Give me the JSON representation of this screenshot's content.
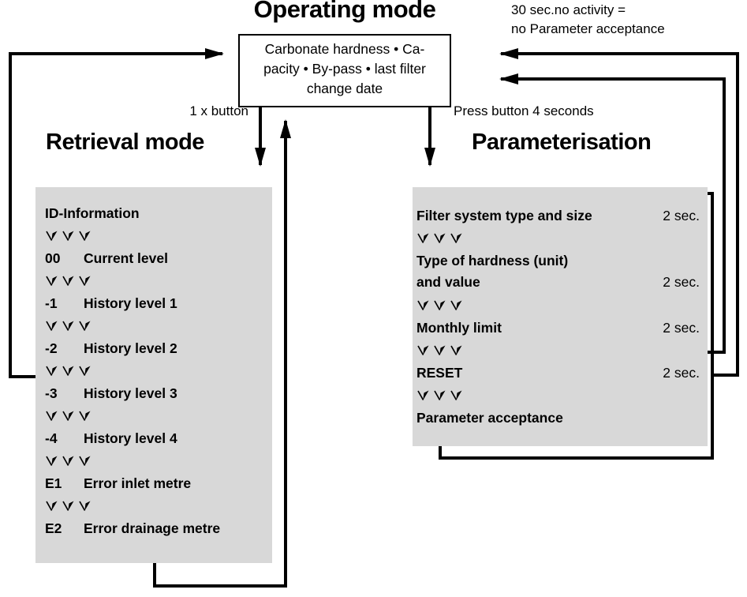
{
  "colors": {
    "panel_gray": "#d8d8d8",
    "line_black": "#000000",
    "background": "#ffffff"
  },
  "operating_mode": {
    "title": "Operating mode",
    "box_lines": [
      "Carbonate hardness • Ca-",
      "pacity • By-pass • last filter",
      "change date"
    ]
  },
  "timeout_note": {
    "line1": "30 sec.no activity =",
    "line2": "no Parameter acceptance"
  },
  "transitions": {
    "to_retrieval": "1 x button",
    "to_parameterisation": "Press button 4 seconds"
  },
  "retrieval_mode": {
    "heading": "Retrieval mode",
    "items": [
      {
        "code": "",
        "label": "ID-Information"
      },
      {
        "code": "00",
        "label": "Current level"
      },
      {
        "code": "-1",
        "label": "History level 1"
      },
      {
        "code": "-2",
        "label": "History level 2"
      },
      {
        "code": "-3",
        "label": "History level 3"
      },
      {
        "code": "-4",
        "label": "History level 4"
      },
      {
        "code": "E1",
        "label": "Error inlet metre"
      },
      {
        "code": "E2",
        "label": "Error drainage metre"
      }
    ]
  },
  "parameterisation": {
    "heading": "Parameterisation",
    "items": [
      {
        "lines": [
          "Filter system type and size"
        ],
        "duration": "2 sec."
      },
      {
        "lines": [
          "Type of hardness (unit)",
          "and value"
        ],
        "duration": "2 sec."
      },
      {
        "lines": [
          "Monthly limit"
        ],
        "duration": "2 sec."
      },
      {
        "lines": [
          "RESET"
        ],
        "duration": "2 sec."
      },
      {
        "lines": [
          "Parameter acceptance"
        ],
        "duration": ""
      }
    ]
  },
  "icons": {
    "press_arrow": "button-press-arrow",
    "presses_per_step": 3
  }
}
